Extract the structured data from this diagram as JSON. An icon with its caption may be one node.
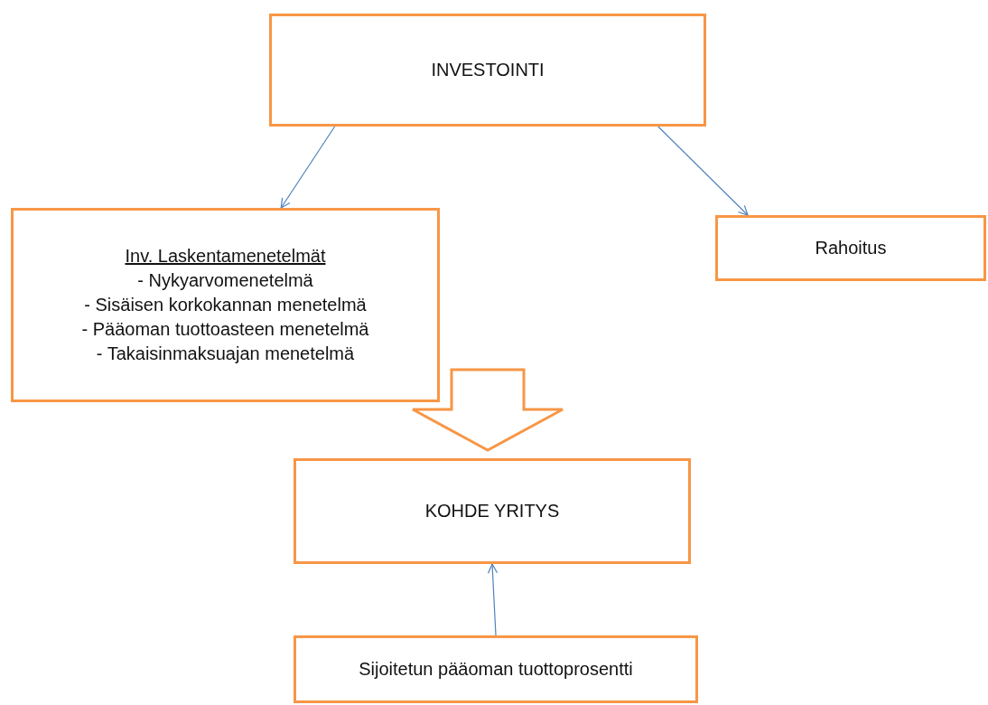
{
  "diagram": {
    "nodes": [
      {
        "text": [
          "INVESTOINTI"
        ]
      },
      {
        "text": [
          "Inv. Laskentamenetelmät",
          "- Nykyarvomenetelmä",
          "- Sisäisen korkokannan menetelmä",
          "- Pääoman tuottoasteen menetelmä",
          "- Takaisinmaksuajan menetelmä"
        ]
      },
      {
        "text": [
          "Rahoitus"
        ]
      },
      {
        "text": [
          "KOHDE YRITYS"
        ]
      },
      {
        "text": [
          "Sijoitetun pääoman tuottoprosentti"
        ]
      }
    ],
    "edges": [
      {
        "from": 0,
        "to": 1,
        "arrow": "to"
      },
      {
        "from": 0,
        "to": 2,
        "arrow": "to"
      },
      {
        "from": 1,
        "to": 3,
        "arrow": "to",
        "style": "thick",
        "color": "#f79646"
      },
      {
        "from": 4,
        "to": 3,
        "arrow": "to"
      }
    ]
  }
}
